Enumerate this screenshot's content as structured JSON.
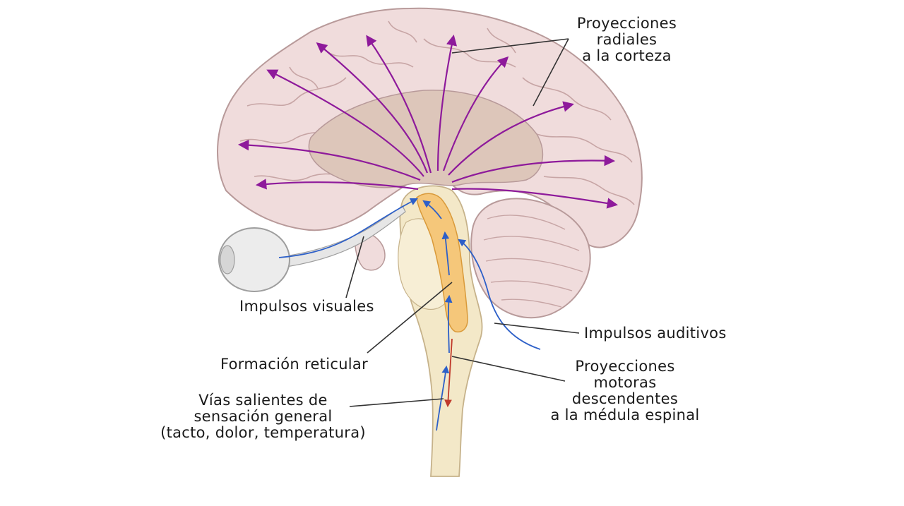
{
  "labels": {
    "radial": [
      "Proyecciones",
      "radiales",
      "a la corteza"
    ],
    "visual": "Impulsos visuales",
    "reticular": "Formación reticular",
    "sensory": [
      "Vías salientes de",
      "sensación general",
      "(tacto, dolor, temperatura)"
    ],
    "auditory": "Impulsos auditivos",
    "motor": [
      "Proyecciones",
      "motoras",
      "descendentes",
      "a la médula espinal"
    ]
  },
  "colors": {
    "cortex": "#f0dcdc",
    "cortex_outline": "#b89a9a",
    "inner": "#ddc6ba",
    "brainstem": "#f3e8c8",
    "reticular": "#f5c77a",
    "arrows_radial": "#8e1a9b",
    "arrows_ascending": "#2c5fc8",
    "arrow_motor": "#c0392b",
    "leader": "#333333"
  }
}
